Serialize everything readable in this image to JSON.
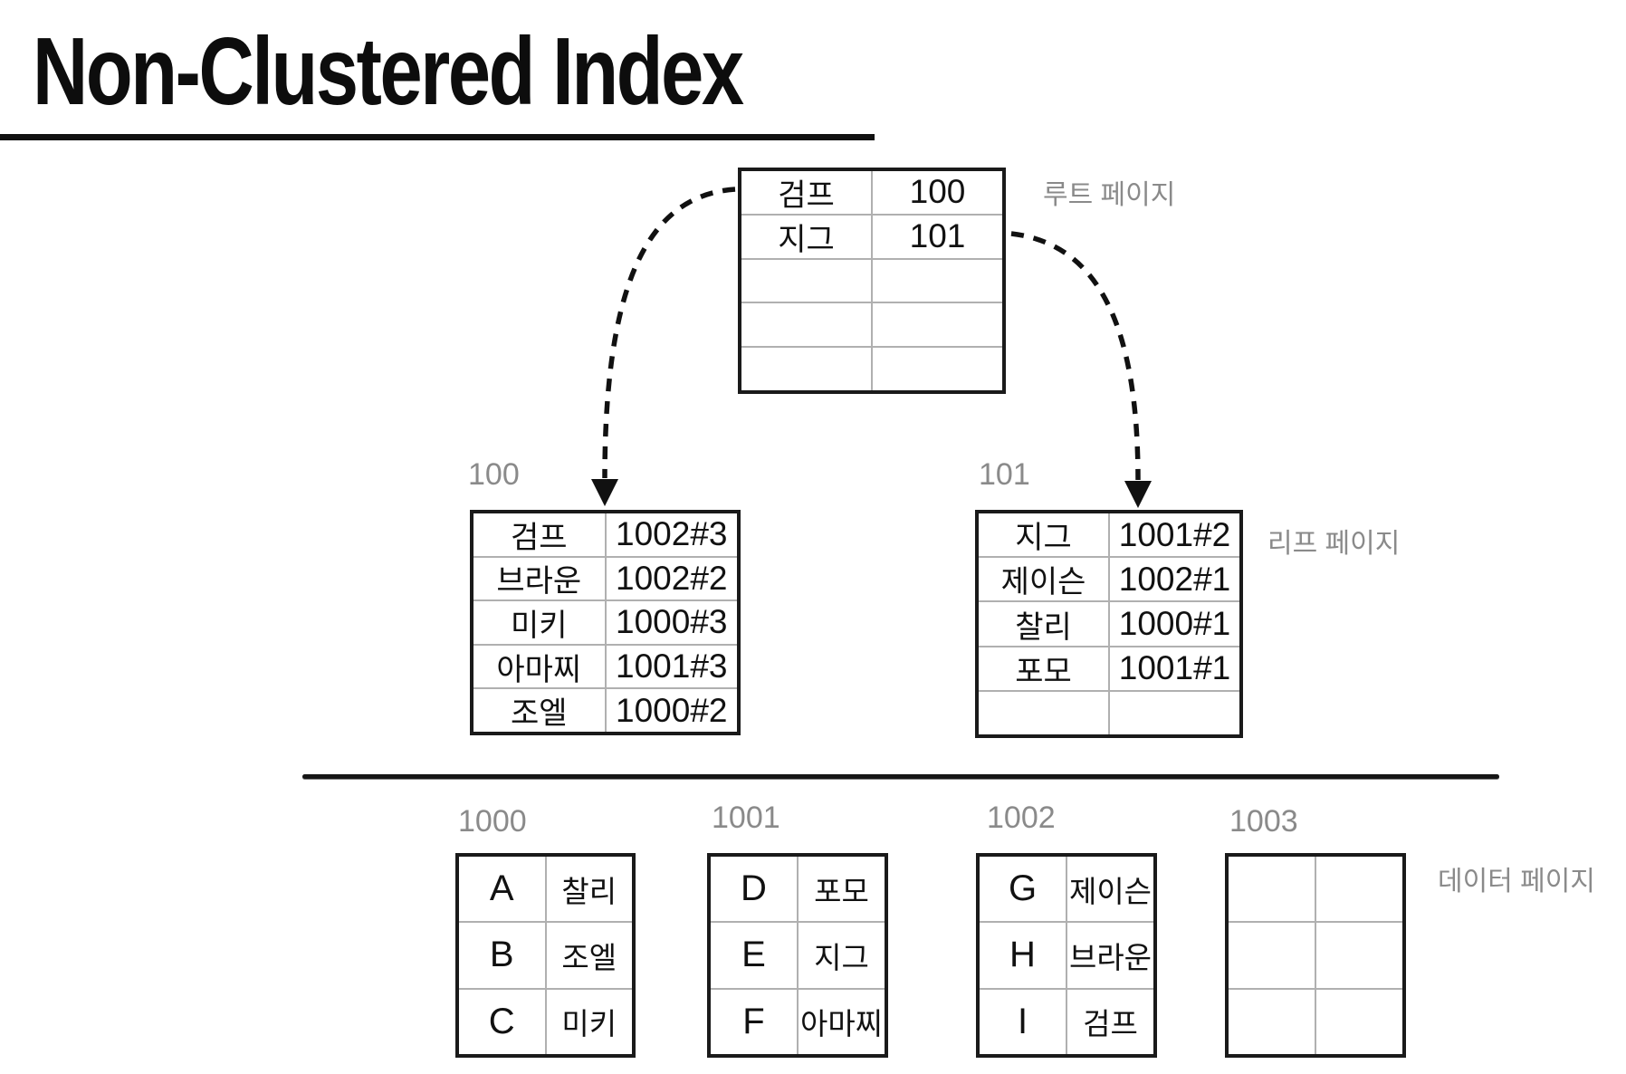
{
  "title": "Non-Clustered Index",
  "page_type_labels": {
    "root": "루트 페이지",
    "leaf": "리프 페이지",
    "data": "데이터 페이지"
  },
  "colors": {
    "text": "#111111",
    "muted_label": "#8a8a8a",
    "table_border": "#1a1a1a",
    "grid_line": "#b0b0b0",
    "background": "#ffffff"
  },
  "pages": {
    "root": {
      "rows": [
        [
          "검프",
          "100"
        ],
        [
          "지그",
          "101"
        ],
        [
          "",
          ""
        ],
        [
          "",
          ""
        ],
        [
          "",
          ""
        ]
      ]
    },
    "leaf_100": {
      "id": "100",
      "rows": [
        [
          "검프",
          "1002#3"
        ],
        [
          "브라운",
          "1002#2"
        ],
        [
          "미키",
          "1000#3"
        ],
        [
          "아마찌",
          "1001#3"
        ],
        [
          "조엘",
          "1000#2"
        ]
      ]
    },
    "leaf_101": {
      "id": "101",
      "rows": [
        [
          "지그",
          "1001#2"
        ],
        [
          "제이슨",
          "1002#1"
        ],
        [
          "찰리",
          "1000#1"
        ],
        [
          "포모",
          "1001#1"
        ],
        [
          "",
          ""
        ]
      ]
    },
    "data_1000": {
      "id": "1000",
      "rows": [
        [
          "A",
          "찰리"
        ],
        [
          "B",
          "조엘"
        ],
        [
          "C",
          "미키"
        ]
      ]
    },
    "data_1001": {
      "id": "1001",
      "rows": [
        [
          "D",
          "포모"
        ],
        [
          "E",
          "지그"
        ],
        [
          "F",
          "아마찌"
        ]
      ]
    },
    "data_1002": {
      "id": "1002",
      "rows": [
        [
          "G",
          "제이슨"
        ],
        [
          "H",
          "브라운"
        ],
        [
          "I",
          "검프"
        ]
      ]
    },
    "data_1003": {
      "id": "1003",
      "rows": [
        [
          "",
          ""
        ],
        [
          "",
          ""
        ],
        [
          "",
          ""
        ]
      ]
    }
  }
}
